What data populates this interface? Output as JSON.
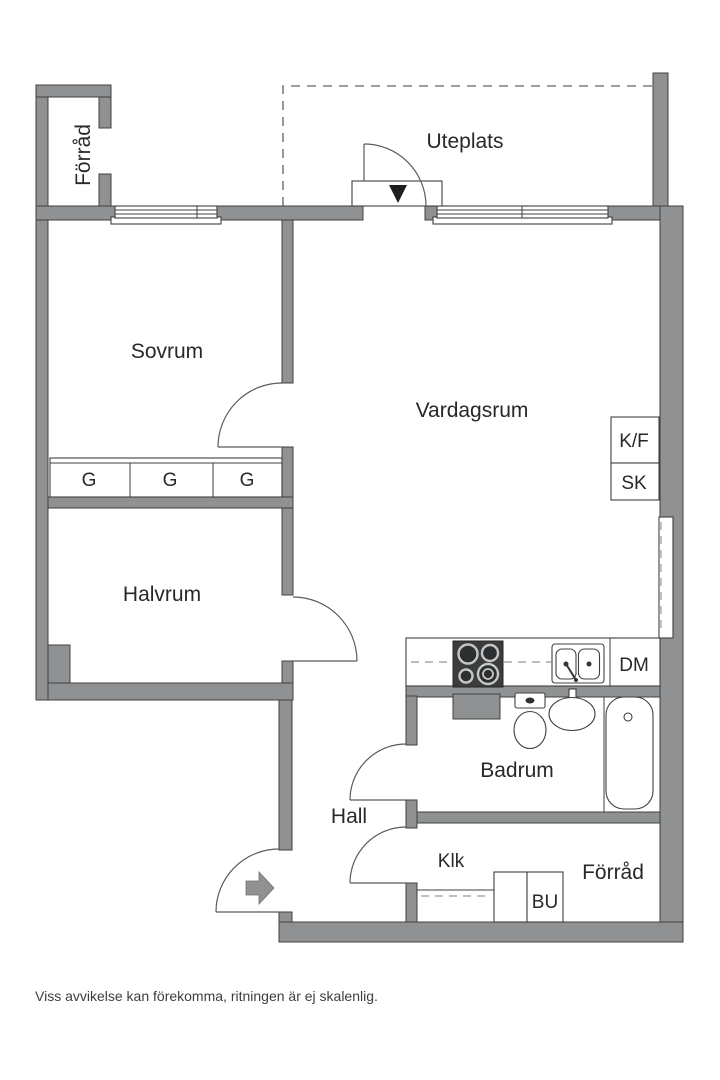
{
  "plan": {
    "title_hint": "apartment floor plan",
    "labels": {
      "storage_top": "Förråd",
      "patio": "Uteplats",
      "bedroom": "Sovrum",
      "living_room": "Vardagsrum",
      "fridge_freezer": "K/F",
      "tall_cabinet": "SK",
      "wardrobe_1": "G",
      "wardrobe_2": "G",
      "wardrobe_3": "G",
      "half_room": "Halvrum",
      "dishwasher": "DM",
      "bathroom": "Badrum",
      "hall": "Hall",
      "walk_in_closet": "Klk",
      "storage_bottom": "Förråd",
      "bench_unit": "BU"
    },
    "footnote": "Viss avvikelse kan förekomma, ritningen är ej skalenlig.",
    "colors": {
      "wall": "#8f9192",
      "outline": "#3f4041",
      "text": "#272829",
      "stove": "#3a3c3d",
      "entrance_arrow": "#8f9192",
      "background": "#ffffff"
    }
  }
}
